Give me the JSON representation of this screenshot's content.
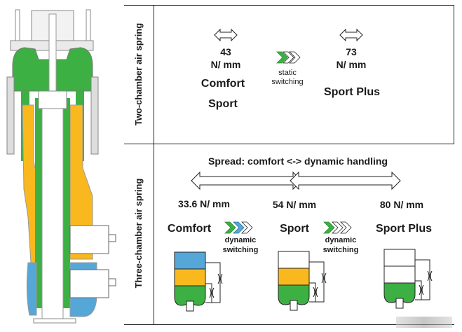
{
  "colors": {
    "green": "#3cb043",
    "yellow": "#f9b91e",
    "blue": "#55a7d8",
    "line": "#222222"
  },
  "left_image": {
    "description": "Cross-section of a three-chamber air spring strut",
    "chamber_colors": [
      "green",
      "yellow",
      "blue"
    ]
  },
  "two_chamber": {
    "section_label": "Two-chamber air spring",
    "left_value": "43",
    "left_unit": "N/ mm",
    "left_modes": [
      "Comfort",
      "Sport"
    ],
    "switch_label_line1": "static",
    "switch_label_line2": "switching",
    "right_value": "73",
    "right_unit": "N/ mm",
    "right_mode": "Sport Plus"
  },
  "three_chamber": {
    "section_label": "Three-chamber air spring",
    "spread_label": "Spread: comfort <-> dynamic handling",
    "stiffness": [
      "33.6 N/ mm",
      "54 N/ mm",
      "80 N/ mm"
    ],
    "modes": [
      "Comfort",
      "Sport",
      "Sport Plus"
    ],
    "switch1_line1": "dynamic",
    "switch1_line2": "switching",
    "switch2_line1": "dynamic",
    "switch2_line2": "switching",
    "chamber_states": [
      [
        "blue",
        "yellow",
        "green"
      ],
      [
        "white",
        "yellow",
        "green"
      ],
      [
        "white",
        "white",
        "green"
      ]
    ]
  }
}
